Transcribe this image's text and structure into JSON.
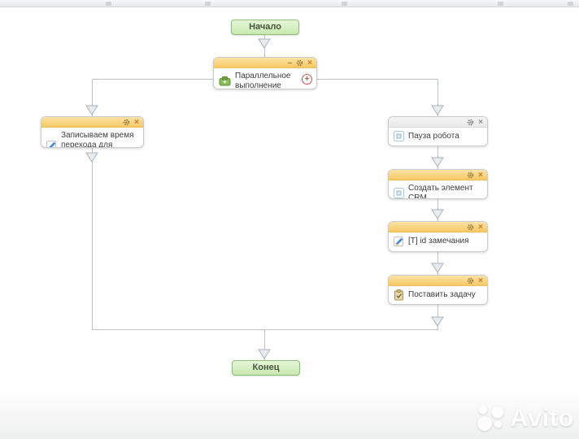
{
  "flow": {
    "start_label": "Начало",
    "end_label": "Конец"
  },
  "nodes": [
    {
      "label": "Параллельное выполнение",
      "icon": "parallel-icon",
      "header_style": "orange"
    },
    {
      "label": "Записываем время перехода для отчета",
      "icon": "edit-document-icon",
      "header_style": "orange"
    },
    {
      "label": "Пауза робота",
      "icon": "pause-icon",
      "header_style": "gray"
    },
    {
      "label": "Создать элемент CRM",
      "icon": "crm-element-icon",
      "header_style": "orange"
    },
    {
      "label": "[T] id замечания",
      "icon": "edit-document-icon",
      "header_style": "orange"
    },
    {
      "label": "Поставить задачу",
      "icon": "task-icon",
      "header_style": "orange"
    }
  ],
  "glyphs": {
    "minimize": "–",
    "close": "×",
    "add": "+"
  },
  "watermark": {
    "text": "Avito"
  },
  "colors": {
    "accent_orange": "#f6c863",
    "accent_green": "#c8e9b0",
    "line": "#bdc4cb"
  }
}
